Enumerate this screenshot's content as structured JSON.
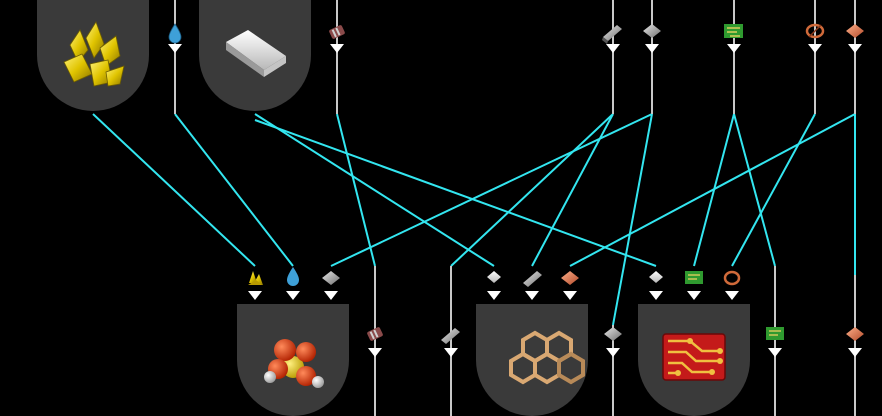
{
  "colors": {
    "background": "#000000",
    "connector": "#33e6f0",
    "rail": "#c8c8c8",
    "card": "#3a3a3a"
  },
  "top_row": {
    "cards": [
      {
        "name": "sulfur-card",
        "icon": "sulfur-crystal-icon"
      },
      {
        "name": "plastic-bar-card",
        "icon": "plastic-bar-icon"
      }
    ],
    "rails": [
      {
        "name": "water-rail",
        "icon": "water-drop-icon"
      },
      {
        "name": "battery-rail",
        "icon": "battery-icon"
      },
      {
        "name": "steel-plate-rail",
        "icon": "steel-plate-icon"
      },
      {
        "name": "iron-plate-rail",
        "icon": "iron-plate-icon"
      },
      {
        "name": "electronic-circuit-rail",
        "icon": "electronic-circuit-icon"
      },
      {
        "name": "copper-cable-rail",
        "icon": "copper-cable-icon"
      },
      {
        "name": "copper-plate-rail",
        "icon": "copper-plate-icon"
      }
    ]
  },
  "bottom_row": {
    "cards": [
      {
        "name": "sulfuric-acid-card",
        "icon": "sulfuric-acid-molecule-icon",
        "inputs": [
          "sulfur-icon",
          "water-drop-icon",
          "iron-plate-icon"
        ]
      },
      {
        "name": "low-density-structure-card",
        "icon": "low-density-structure-icon",
        "inputs": [
          "plastic-bar-icon",
          "steel-plate-icon",
          "copper-plate-icon"
        ]
      },
      {
        "name": "advanced-circuit-card",
        "icon": "advanced-circuit-board-icon",
        "inputs": [
          "plastic-bar-icon",
          "electronic-circuit-icon",
          "copper-cable-icon"
        ]
      }
    ]
  }
}
